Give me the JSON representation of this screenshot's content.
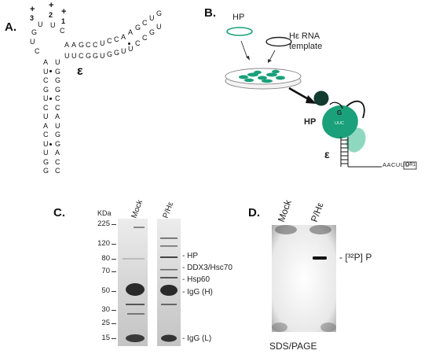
{
  "panels": {
    "a": "A.",
    "b": "B.",
    "c": "C.",
    "d": "D."
  },
  "panel_a": {
    "bulge_numbers": [
      "3",
      "2",
      "1"
    ],
    "bulge_signs": [
      "+",
      "+",
      "+"
    ],
    "bulge_nts": [
      "U",
      "U",
      "C"
    ],
    "loop_left": [
      "G",
      "U",
      "C"
    ],
    "upper_strand": [
      "A",
      "A",
      "G",
      "C",
      "C",
      "U",
      "C",
      "C",
      "A",
      "A",
      "G",
      "C",
      "U",
      "G"
    ],
    "lower_strand": [
      "U",
      "U",
      "C",
      "G",
      "G",
      "U",
      "G",
      "G",
      "U",
      "U",
      "C",
      "C",
      "G",
      "U"
    ],
    "stem_left": [
      "A",
      "U",
      "C",
      "G",
      "U",
      "C",
      "U",
      "A",
      "C",
      "U",
      "U",
      "G",
      "G"
    ],
    "stem_right": [
      "U",
      "G",
      "G",
      "G",
      "C",
      "C",
      "A",
      "U",
      "G",
      "G",
      "A",
      "C",
      "C"
    ],
    "epsilon": "ε"
  },
  "panel_b": {
    "hp_label": "HP",
    "template_label": "Hε RNA\ntemplate",
    "complex_hp": "HP",
    "g_label": "G",
    "epsilon": "ε",
    "seq_tail": "AACUUU",
    "dr_box": "DR1",
    "colors": {
      "hp_green": "#1aa07a",
      "dark_green": "#123c30",
      "light_green": "#8fd8c0"
    }
  },
  "panel_c": {
    "kda_label": "KDa",
    "lanes": [
      "Mock",
      "P/Hε"
    ],
    "markers": [
      "225",
      "120",
      "80",
      "70",
      "50",
      "30",
      "25",
      "15"
    ],
    "bands": [
      "- HP",
      "- DDX3/Hsc70",
      "- Hsp60",
      "- IgG (H)",
      "- IgG (L)"
    ]
  },
  "panel_d": {
    "lanes": [
      "Mock",
      "P/Hε"
    ],
    "band": "- [³²P] P",
    "caption": "SDS/PAGE"
  }
}
